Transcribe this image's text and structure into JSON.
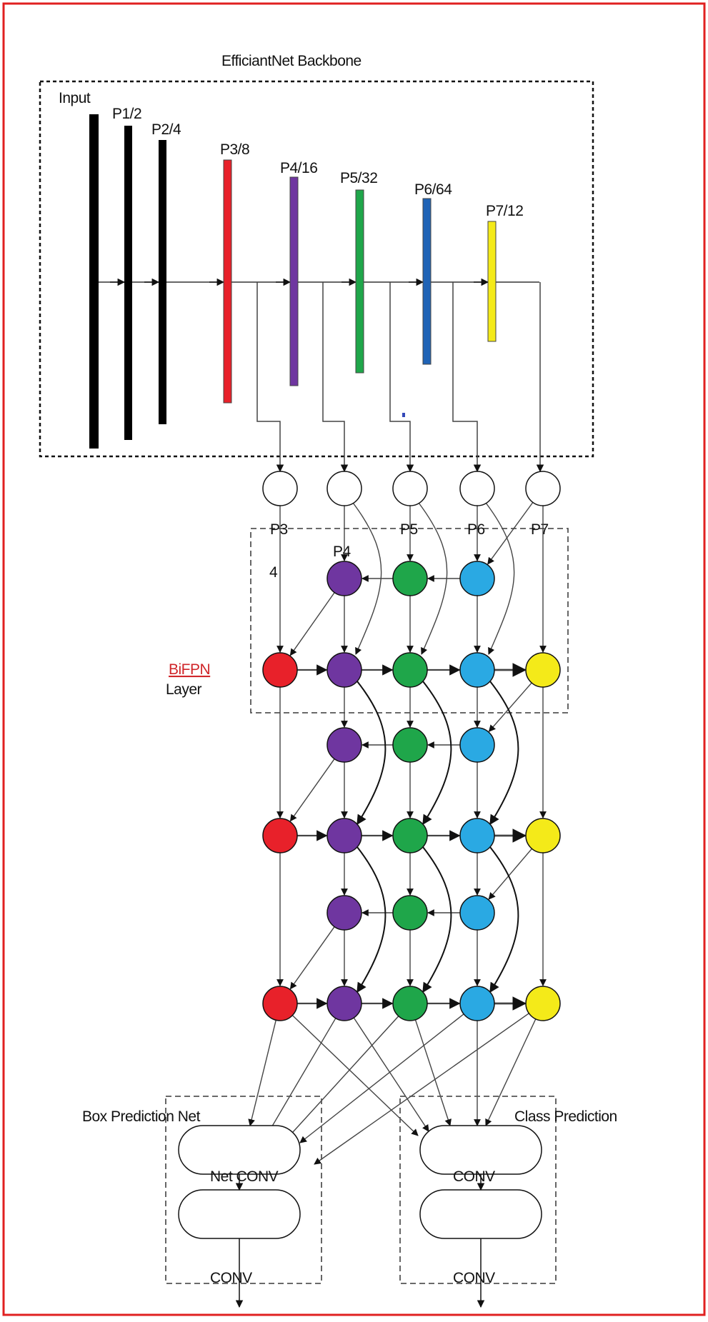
{
  "backbone": {
    "title": "EfficiantNet Backbone",
    "input_label": "Input",
    "bars": [
      {
        "label": "P1/2"
      },
      {
        "label": "P2/4"
      },
      {
        "label": "P3/8",
        "color": "#e8212a"
      },
      {
        "label": "P4/16",
        "color": "#6f36a0"
      },
      {
        "label": "P5/32",
        "color": "#1fa64a"
      },
      {
        "label": "P6/64",
        "color": "#1f63b6"
      },
      {
        "label": "P7/12",
        "color": "#f4ea19"
      }
    ]
  },
  "bifpn": {
    "input_labels": [
      "P3",
      "P4",
      "P5",
      "P6",
      "P7"
    ],
    "p4_fragment": "4",
    "layer_label": "BiFPN",
    "layer_label_line2": "Layer"
  },
  "node_colors": {
    "p3": "#e8212a",
    "p4": "#6f36a0",
    "p5": "#1fa64a",
    "p6": "#2aa9e3",
    "p7": "#f4ea19"
  },
  "heads": {
    "box_label": "Box  Prediction  Net",
    "box_conv_label": "Net CONV",
    "box_bottom_label": "CONV",
    "class_label": "Class Prediction",
    "class_conv_label": "CONV",
    "class_bottom_label": "CONV"
  },
  "frame_color": "#e02020"
}
